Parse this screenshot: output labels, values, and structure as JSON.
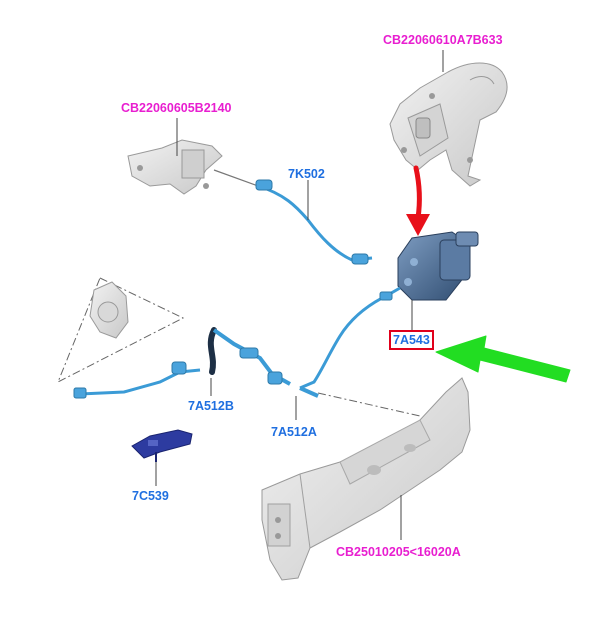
{
  "diagram": {
    "labels": {
      "ref_top": "CB22060610A7B633",
      "ref_left": "CB22060605B2140",
      "ref_bottom": "CB25010205<16020A",
      "part_7k502": "7K502",
      "part_7a543": "7A543",
      "part_7a512b": "7A512B",
      "part_7a512a": "7A512A",
      "part_7c539": "7C539"
    },
    "highlighted_part": "7A543",
    "colors": {
      "reference_label": "#e81ed0",
      "part_label": "#1f6fe0",
      "highlight_box": "#e0001b",
      "red_arrow": "#e8101a",
      "green_arrow": "#22dd22",
      "tube": "#3b9bd6",
      "part_fill": "#4f6f96",
      "structure_fill": "#e4e4e4"
    }
  }
}
